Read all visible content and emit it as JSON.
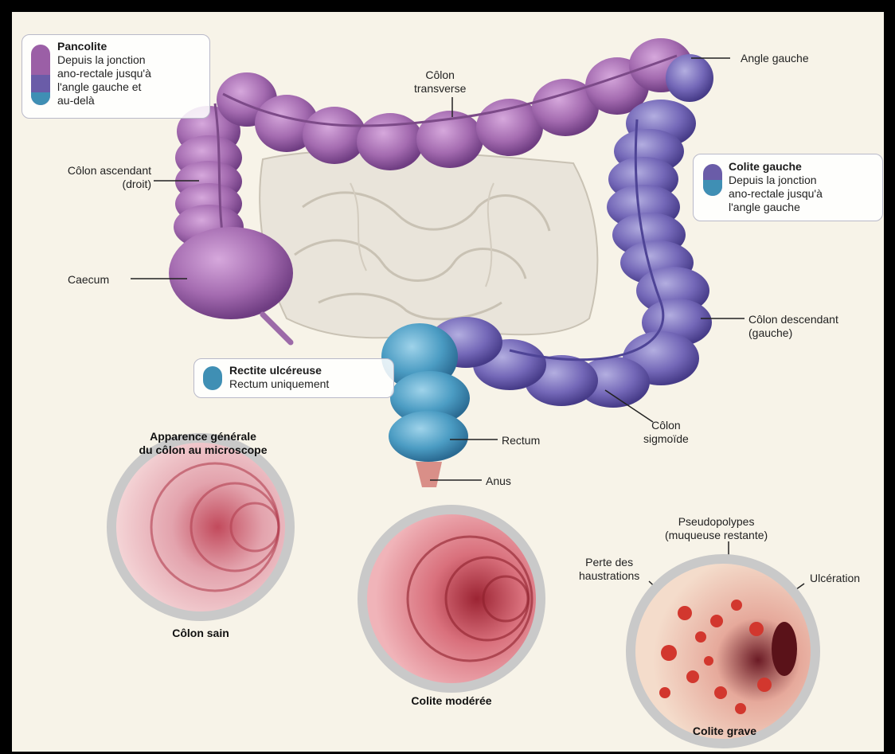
{
  "labels": {
    "colon_transverse": "Côlon\ntransverse",
    "angle_gauche": "Angle gauche",
    "colon_ascendant": "Côlon ascendant\n(droit)",
    "caecum": "Caecum",
    "colon_descendant": "Côlon descendant\n(gauche)",
    "colon_sigmoide": "Côlon\nsigmoïde",
    "rectum": "Rectum",
    "anus": "Anus"
  },
  "boxes": {
    "pancolite": {
      "title": "Pancolite",
      "text": "Depuis la jonction\nano-rectale jusqu'à\nl'angle gauche et\nau-delà"
    },
    "colite_gauche": {
      "title": "Colite gauche",
      "text": "Depuis la jonction\nano-rectale jusqu'à\nl'angle gauche"
    },
    "rectite": {
      "title": "Rectite ulcéreuse",
      "text": "Rectum uniquement"
    }
  },
  "microscope": {
    "heading": "Apparence générale\ndu côlon au microscope",
    "sain": "Côlon sain",
    "moderee": "Colite modérée",
    "grave": "Colite grave",
    "pseudopolypes": "Pseudopolypes\n(muqueuse restante)",
    "perte": "Perte des\nhaustrations",
    "ulceration": "Ulcération"
  },
  "colors": {
    "pancolite": "#9b5fa6",
    "colite_gauche": "#6a5ca8",
    "rectite": "#3f8fb4",
    "intestin": "#e9e4da"
  }
}
